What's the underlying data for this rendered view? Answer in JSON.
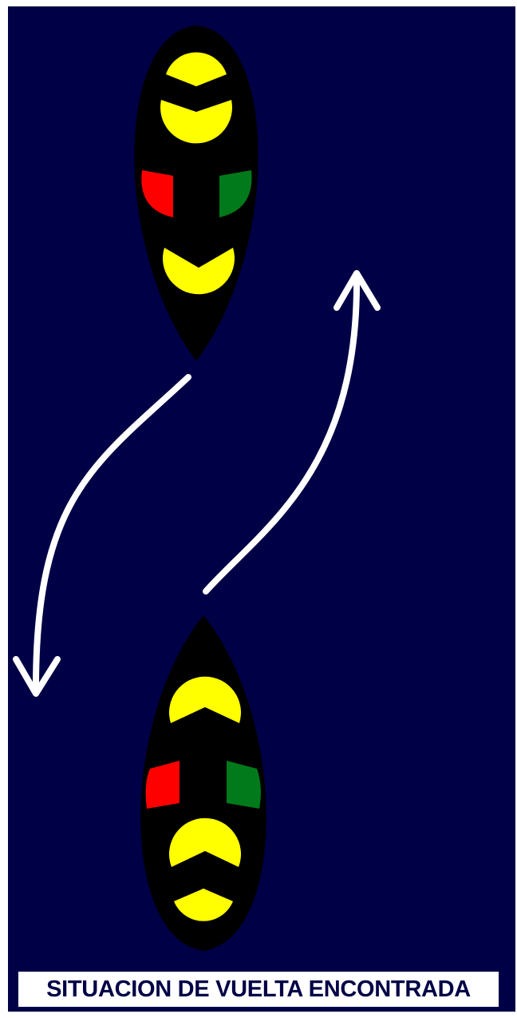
{
  "caption": "SITUACION DE VUELTA ENCONTRADA",
  "colors": {
    "water": "#000046",
    "hull": "#000000",
    "masthead_light": "#ffff00",
    "port_light": "#ff0000",
    "starboard_light": "#008000",
    "arrow": "#ffffff",
    "caption_background": "#ffffff"
  },
  "vessels": [
    {
      "name": "vessel-top",
      "heading": "south",
      "lights": [
        "masthead-light",
        "masthead-light",
        "port-light",
        "starboard-light",
        "stern-light"
      ]
    },
    {
      "name": "vessel-bottom",
      "heading": "north",
      "lights": [
        "masthead-light",
        "port-light",
        "starboard-light",
        "stern-light",
        "stern-light"
      ]
    }
  ],
  "arrows": [
    {
      "name": "arrow-top-vessel-course",
      "direction": "down"
    },
    {
      "name": "arrow-bottom-vessel-course",
      "direction": "up"
    }
  ]
}
